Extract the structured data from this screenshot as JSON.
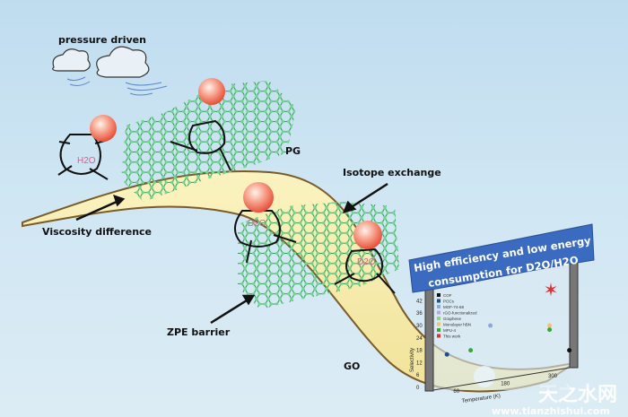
{
  "labels": {
    "pressure": "pressure driven",
    "pg": "PG",
    "isotope": "Isotope exchange",
    "viscosity": "Viscosity difference",
    "zpe": "ZPE barrier",
    "go": "GO"
  },
  "molecules": {
    "h2o": "H2O",
    "d2o": "D2O"
  },
  "inset": {
    "banner_line1": "High efficiency and low energy",
    "banner_line2": "consumption for D2O/H2O",
    "ylabel": "Selectivity",
    "xlabel": "Temperature (K)",
    "yticks": [
      "0",
      "6",
      "12",
      "18",
      "24",
      "30",
      "36",
      "42"
    ],
    "xticks": [
      "60",
      "180",
      "300"
    ],
    "legend": [
      "COF",
      "POCs",
      "MOF-74-68",
      "rGO-functionalized",
      "Graphene",
      "Monolayer hBN",
      "MPU-4",
      "This work"
    ],
    "legend_colors": [
      "#111111",
      "#1f4e8c",
      "#8aaad8",
      "#b5a8d8",
      "#8fd08f",
      "#f2c27a",
      "#3aa63a",
      "#e03030"
    ],
    "points": [
      {
        "series": "POCs",
        "x": 30,
        "y": 16
      },
      {
        "series": "MPU-4",
        "x": 90,
        "y": 18
      },
      {
        "series": "MOF-74-68",
        "x": 140,
        "y": 30
      },
      {
        "series": "Monolayer hBN",
        "x": 290,
        "y": 30
      },
      {
        "series": "MPU-4",
        "x": 290,
        "y": 28
      },
      {
        "series": "COF",
        "x": 340,
        "y": 18
      },
      {
        "series": "This work",
        "x": 290,
        "y": 47
      }
    ]
  },
  "watermark": {
    "cn": "天之水网",
    "url": "www.tianzhishui.com"
  },
  "colors": {
    "graphene": "#3fbf6a",
    "go_band": "#f7eeb0",
    "banner": "#3a6bc0"
  }
}
